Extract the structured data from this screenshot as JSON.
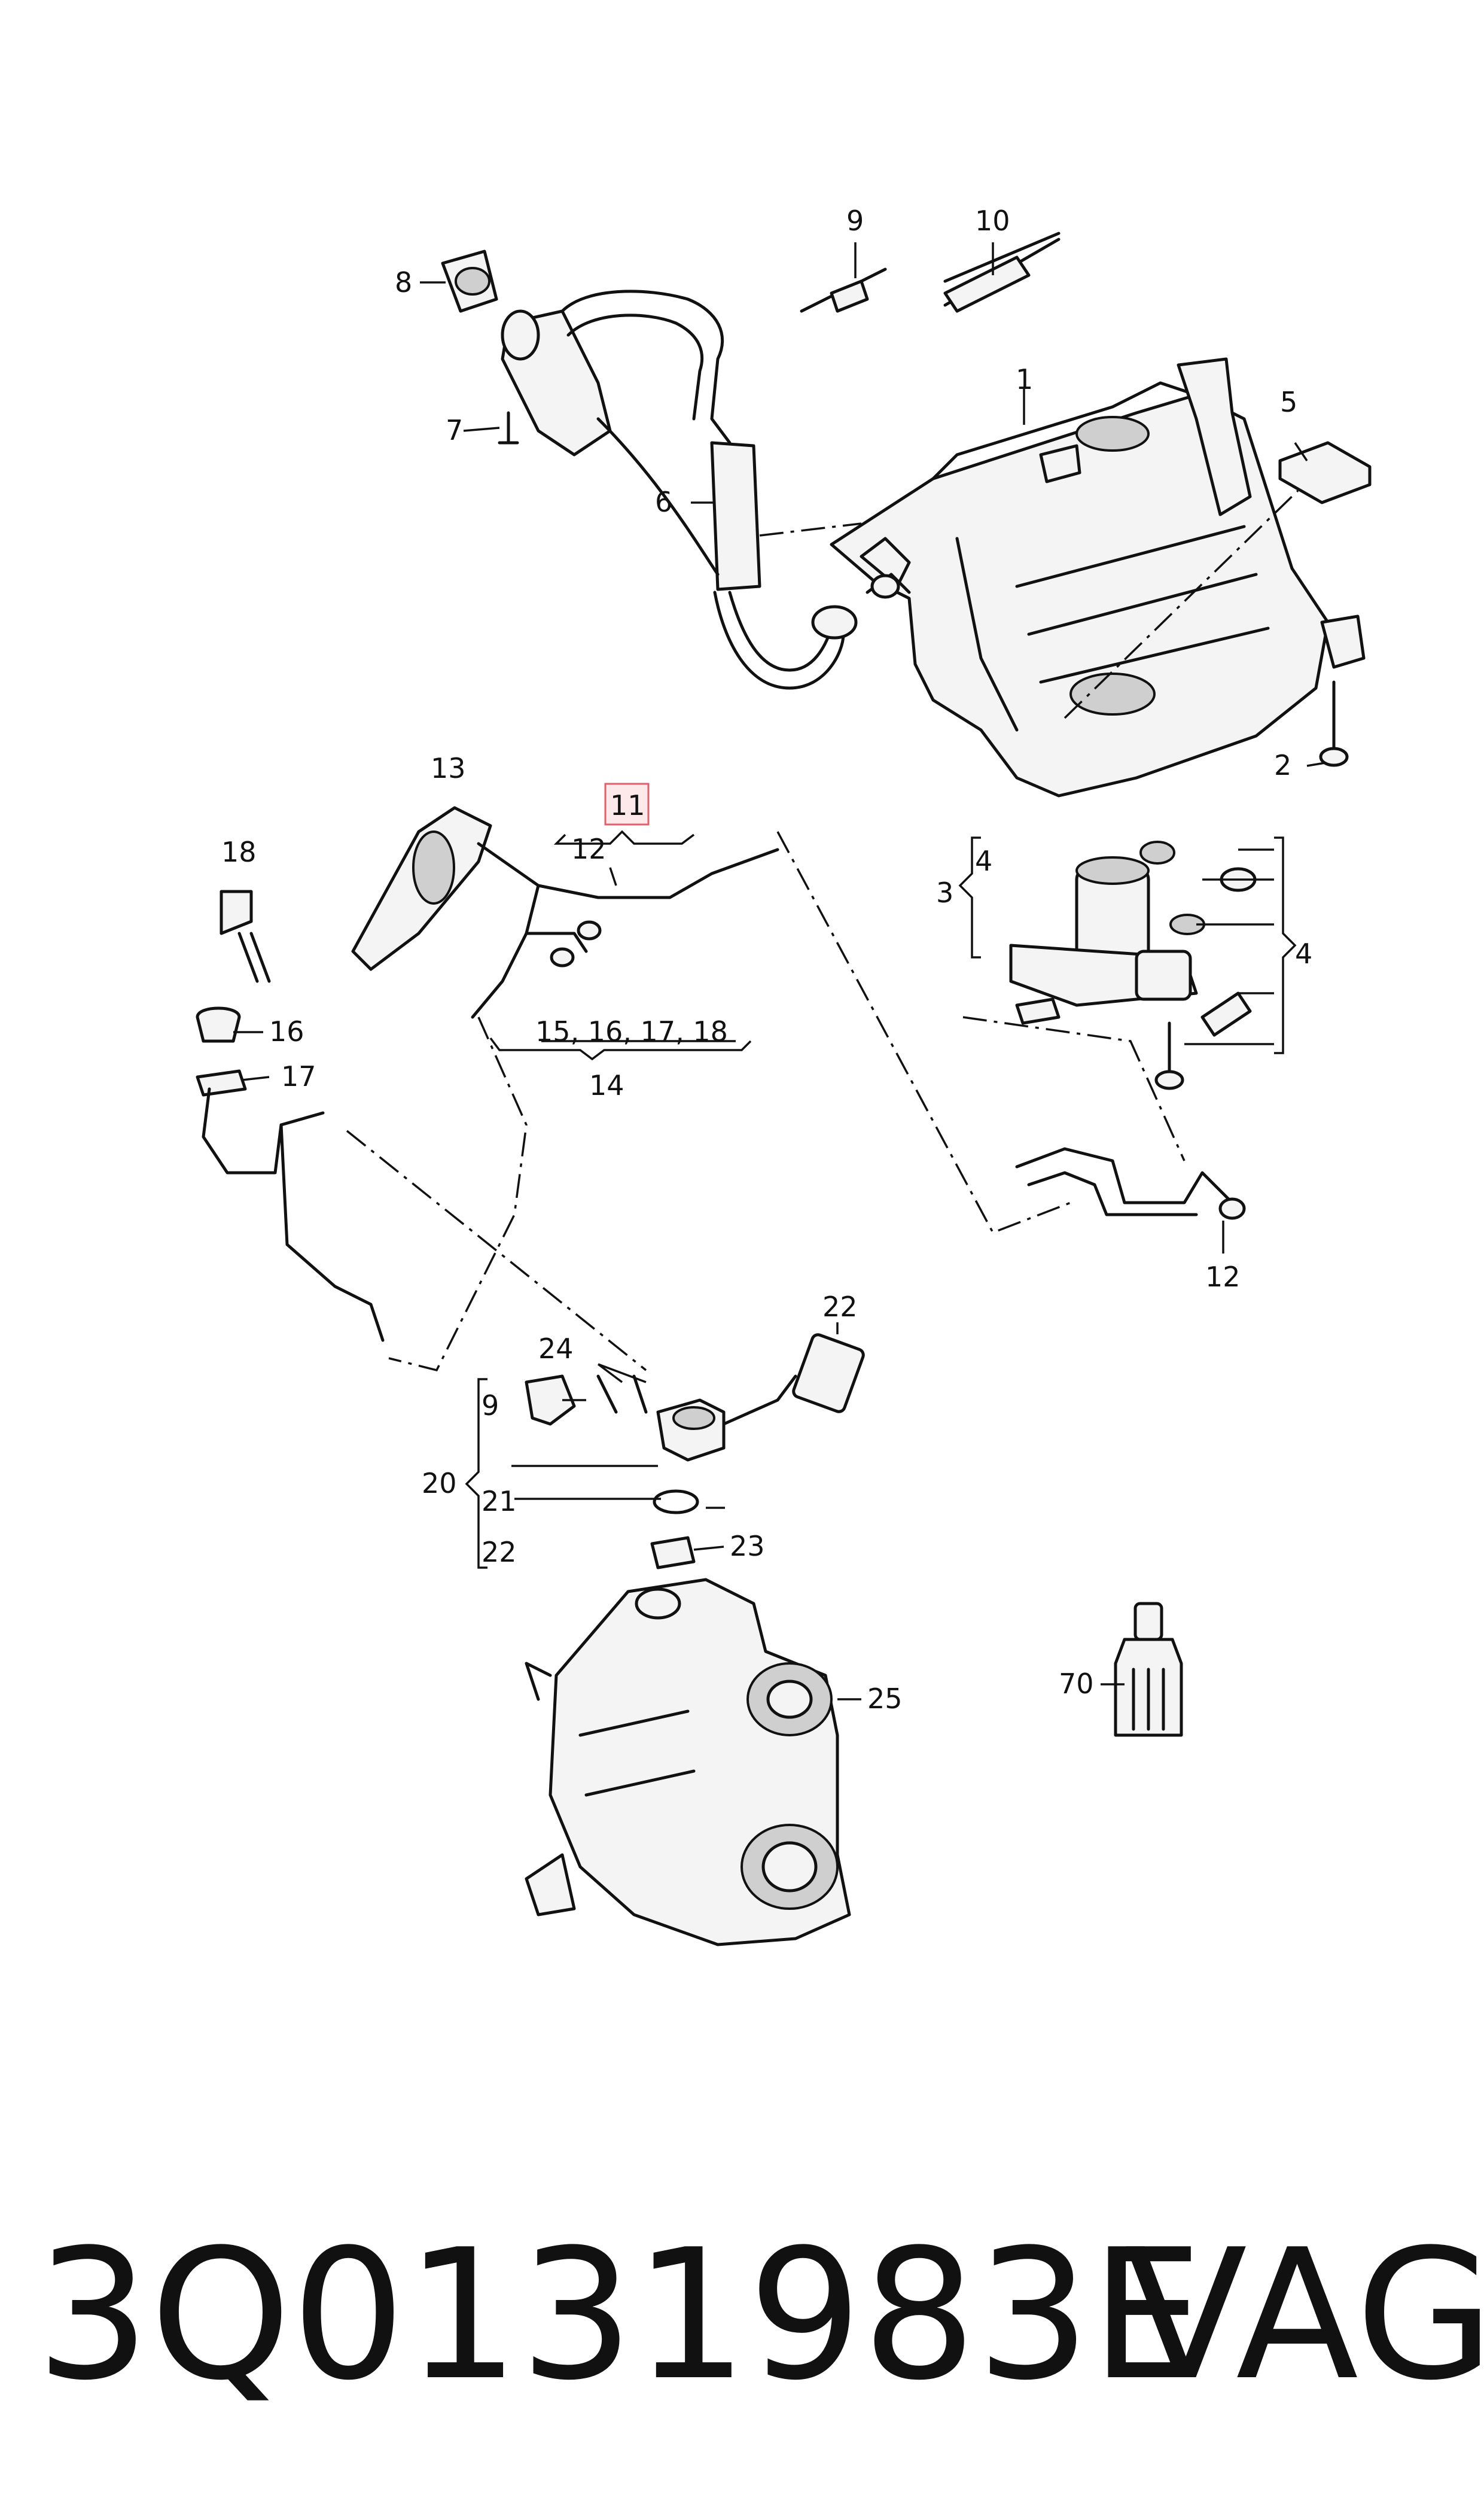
{
  "labels": {
    "l1": "1",
    "l2": "2",
    "l3": "3",
    "l4a": "4",
    "l4b": "4",
    "l5": "5",
    "l6": "6",
    "l7": "7",
    "l8": "8",
    "l9a": "9",
    "l9b": "9",
    "l10": "10",
    "l11": "11",
    "l12a": "12",
    "l12b": "12",
    "l13": "13",
    "l14": "14",
    "l15_18": "15, 16, 17, 18",
    "l16": "16",
    "l17": "17",
    "l18": "18",
    "l20": "20",
    "l21": "21",
    "l22a": "22",
    "l22b": "22",
    "l23": "23",
    "l24": "24",
    "l25": "25",
    "l70": "70"
  },
  "highlighted_label": "11",
  "footer": {
    "part_number": "3Q0131983E",
    "brand": "VAG"
  },
  "colors": {
    "highlight_fill": "#fde8ea",
    "highlight_stroke": "#e0606e",
    "line": "#111111"
  }
}
